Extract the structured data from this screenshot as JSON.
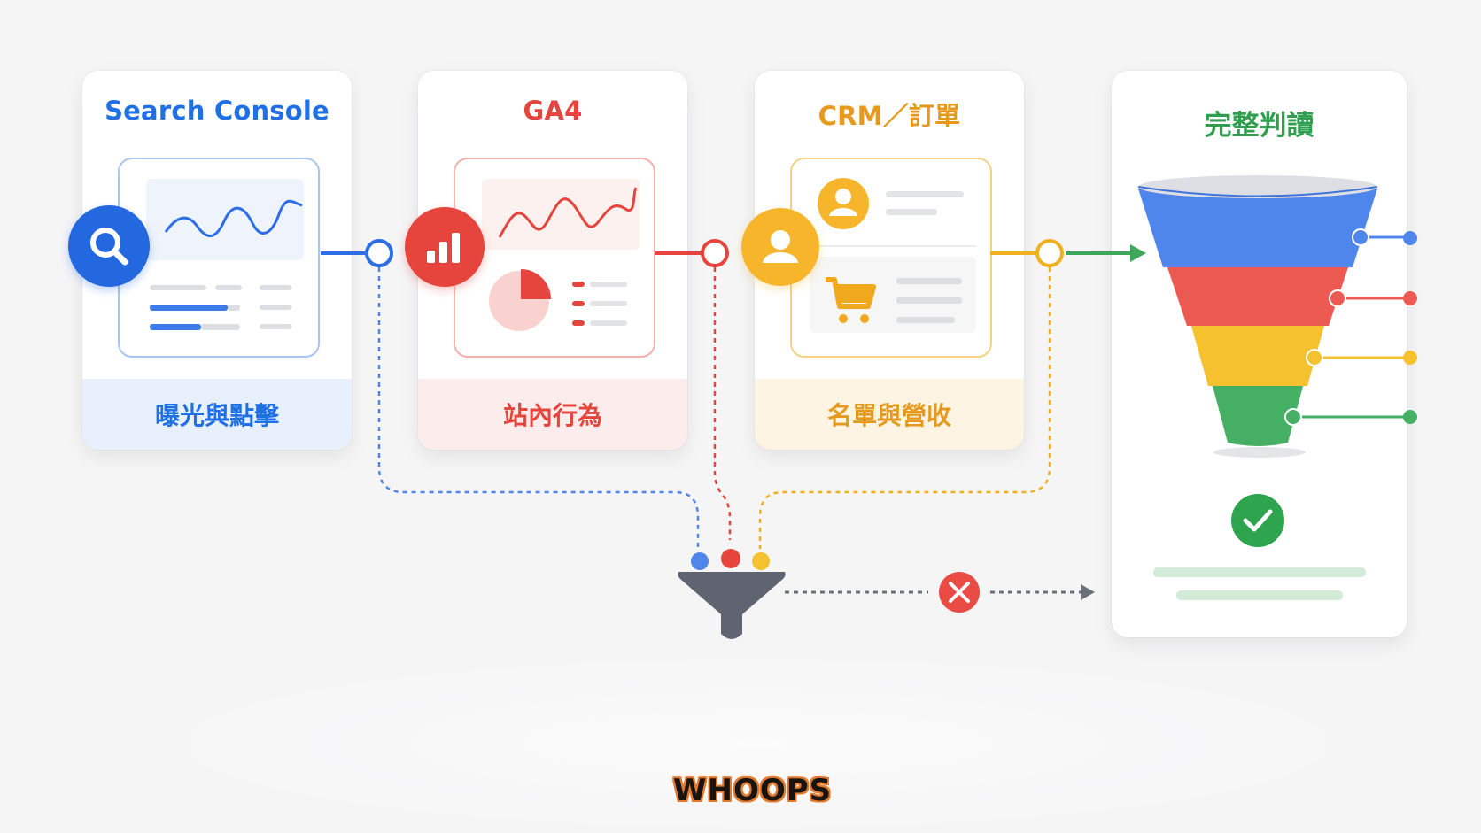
{
  "sources": [
    {
      "title": "Search Console",
      "footer": "曝光與點擊",
      "color": "#1f6fe5",
      "footer_bg": "#e8f0fd",
      "border": "#a9c5f2"
    },
    {
      "title": "GA4",
      "footer": "站內行為",
      "color": "#e5453c",
      "footer_bg": "#fdecec",
      "border": "#f2b1ac"
    },
    {
      "title": "CRM／訂單",
      "footer": "名單與營收",
      "color": "#e59a1f",
      "footer_bg": "#fdf4e3",
      "border": "#f3d285"
    }
  ],
  "result": {
    "title": "完整判讀",
    "funnel_colors": [
      "#4f86ec",
      "#ed5a52",
      "#f6c12f",
      "#45b064"
    ]
  },
  "icons": [
    "search-icon",
    "bar-chart-icon",
    "user-icon",
    "cart-icon",
    "pie-chart-icon",
    "filter-funnel-icon",
    "error-x-icon",
    "check-icon"
  ],
  "watermark": "WHOOPS"
}
